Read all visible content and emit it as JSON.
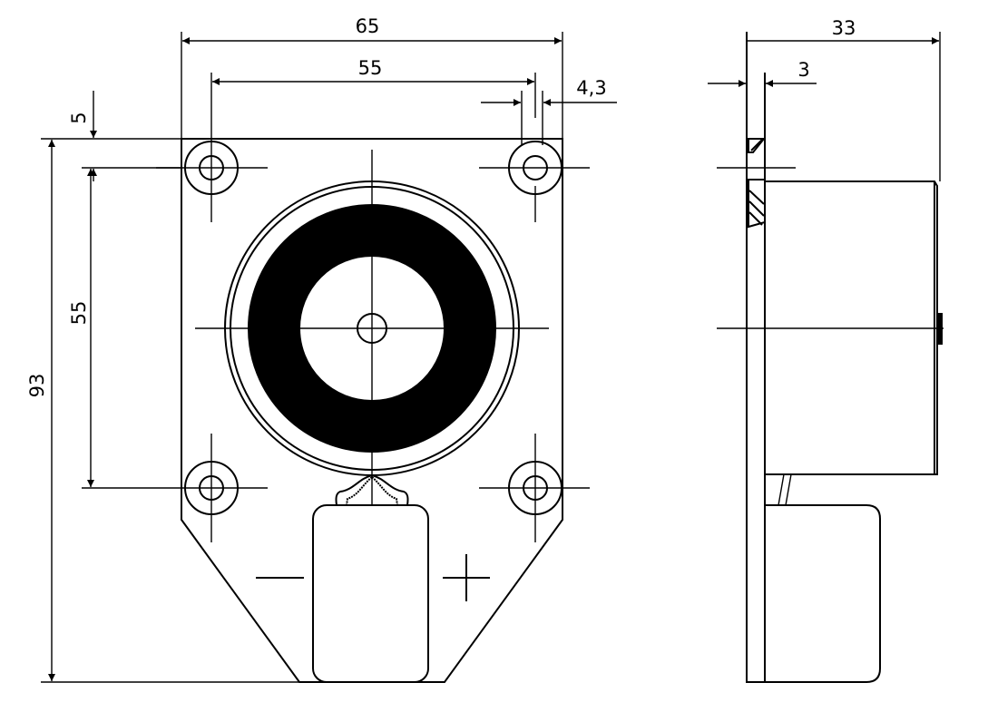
{
  "title": "Electromagnet dimension drawing",
  "dimensions": {
    "width_total": "65",
    "hole_spacing_h": "55",
    "hole_diameter": "4,3",
    "edge_offset": "5",
    "hole_spacing_v": "55",
    "height_total": "93",
    "depth_total": "33",
    "plate_thickness": "3"
  },
  "polarity": {
    "negative": "−",
    "positive": "+"
  },
  "colors": {
    "line": "#000000",
    "background": "#ffffff"
  }
}
